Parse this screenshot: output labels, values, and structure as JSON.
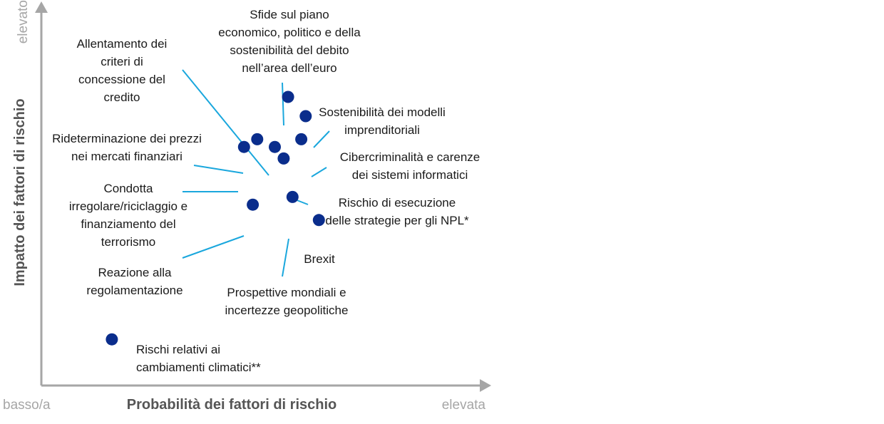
{
  "chart_data": {
    "type": "scatter",
    "title": "",
    "xlabel": "Probabilità dei fattori di rischio",
    "ylabel": "Impatto dei fattori di rischio",
    "x_low": "basso/a",
    "x_high": "elevata",
    "y_high": "elevato",
    "grid": false,
    "legend": "none",
    "colors": {
      "point": "#0a2d8c",
      "leader": "#1aa7dd",
      "axis": "#a6a6a6"
    },
    "points": [
      {
        "label": "Sfide sul piano economico, politico e della sostenibilità del debito nell’area dell’euro",
        "lines": [
          "Sfide sul piano",
          "economico, politico e della",
          "sostenibilità del debito",
          "nell’area dell’euro"
        ],
        "x": 0.56,
        "y": 0.75
      },
      {
        "label": "Sostenibilità dei modelli imprenditoriali",
        "lines": [
          "Sostenibilità dei modelli",
          "imprenditoriali"
        ],
        "x": 0.6,
        "y": 0.7
      },
      {
        "label": "Cibercriminalità e carenze dei sistemi informatici",
        "lines": [
          "Cibercriminalità e carenze",
          "dei sistemi informatici"
        ],
        "x": 0.59,
        "y": 0.64
      },
      {
        "label": "Allentamento dei criteri di concessione del credito",
        "lines": [
          "Allentamento dei",
          "criteri di",
          "concessione del",
          "credito"
        ],
        "x": 0.53,
        "y": 0.62
      },
      {
        "label": "Rideterminazione dei prezzi nei mercati finanziari",
        "lines": [
          "Rideterminazione dei prezzi",
          "nei mercati finanziari"
        ],
        "x": 0.49,
        "y": 0.64
      },
      {
        "label": "Condotta irregolare/riciclaggio e finanziamento del terrorismo",
        "lines": [
          "Condotta",
          "irregolare/riciclaggio e",
          "finanziamento del",
          "terrorismo"
        ],
        "x": 0.46,
        "y": 0.62
      },
      {
        "label": "Rischio di esecuzione delle strategie per gli NPL*",
        "lines": [
          "Rischio di esecuzione",
          "delle strategie per gli NPL*"
        ],
        "x": 0.55,
        "y": 0.59
      },
      {
        "label": "Prospettive mondiali e incertezze geopolitiche",
        "lines": [
          "Prospettive mondiali e",
          "incertezze geopolitiche"
        ],
        "x": 0.57,
        "y": 0.49
      },
      {
        "label": "Reazione alla regolamentazione",
        "lines": [
          "Reazione alla",
          "regolamentazione"
        ],
        "x": 0.48,
        "y": 0.47
      },
      {
        "label": "Brexit",
        "lines": [
          "Brexit"
        ],
        "x": 0.63,
        "y": 0.43
      },
      {
        "label": "Rischi relativi ai cambiamenti climatici**",
        "lines": [
          "Rischi relativi ai",
          "cambiamenti climatici**"
        ],
        "x": 0.16,
        "y": 0.12
      }
    ]
  }
}
